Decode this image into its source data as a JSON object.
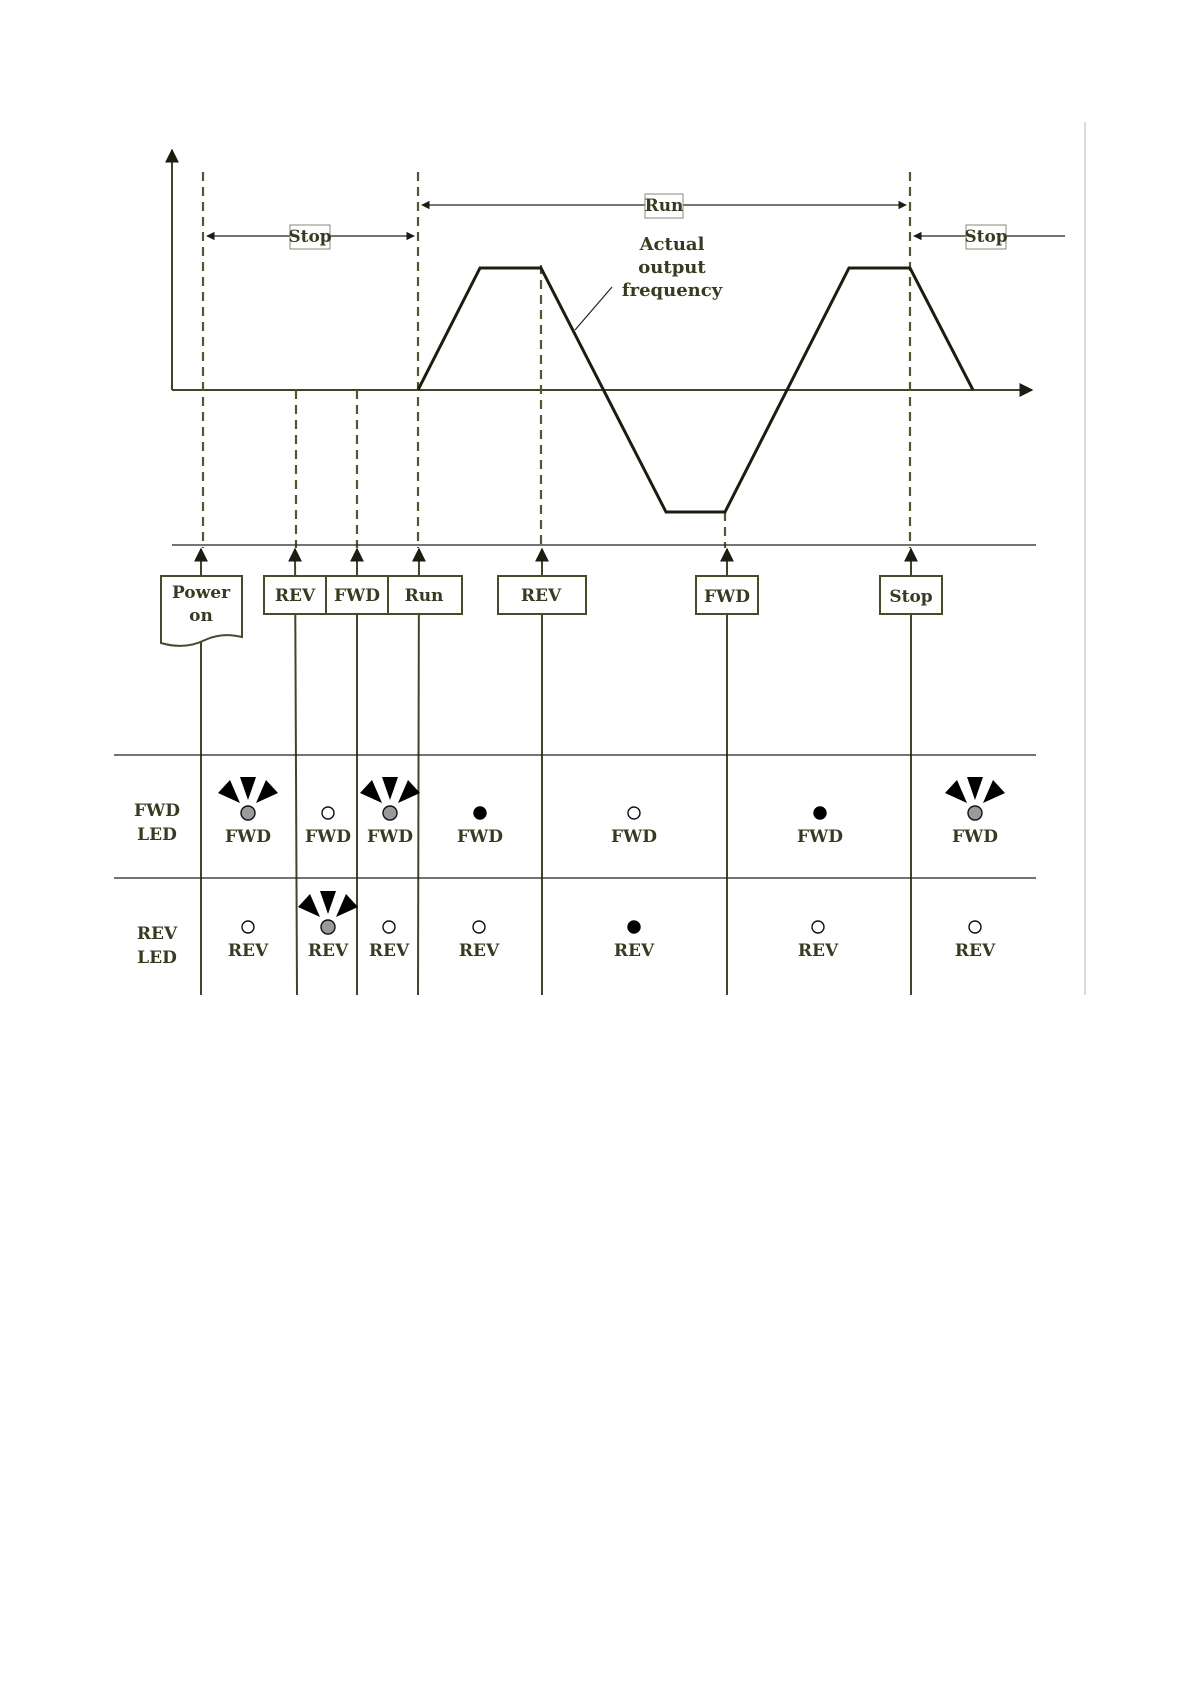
{
  "spans": {
    "stop_left": "Stop",
    "run": "Run",
    "stop_right": "Stop"
  },
  "annotation": {
    "line1": "Actual",
    "line2": "output",
    "line3": "frequency"
  },
  "keys": {
    "power_line1": "Power",
    "power_line2": "on",
    "rev_1": "REV",
    "fwd_1": "FWD",
    "run": "Run",
    "rev_2": "REV",
    "fwd_2": "FWD",
    "stop": "Stop"
  },
  "rows": {
    "fwd_label_line1": "FWD",
    "fwd_label_line2": "LED",
    "rev_label_line1": "REV",
    "rev_label_line2": "LED"
  },
  "fwd_leds": [
    {
      "state": "blinking",
      "label": "FWD"
    },
    {
      "state": "off",
      "label": "FWD"
    },
    {
      "state": "blinking",
      "label": "FWD"
    },
    {
      "state": "on",
      "label": "FWD"
    },
    {
      "state": "off",
      "label": "FWD"
    },
    {
      "state": "on",
      "label": "FWD"
    },
    {
      "state": "blinking",
      "label": "FWD"
    }
  ],
  "rev_leds": [
    {
      "state": "off",
      "label": "REV"
    },
    {
      "state": "blinking",
      "label": "REV"
    },
    {
      "state": "off",
      "label": "REV"
    },
    {
      "state": "off",
      "label": "REV"
    },
    {
      "state": "on",
      "label": "REV"
    },
    {
      "state": "off",
      "label": "REV"
    },
    {
      "state": "off",
      "label": "REV"
    }
  ],
  "colors": {
    "line": "#44432a",
    "text": "#3a3a22",
    "led_blinking": "#9a9a9a"
  }
}
